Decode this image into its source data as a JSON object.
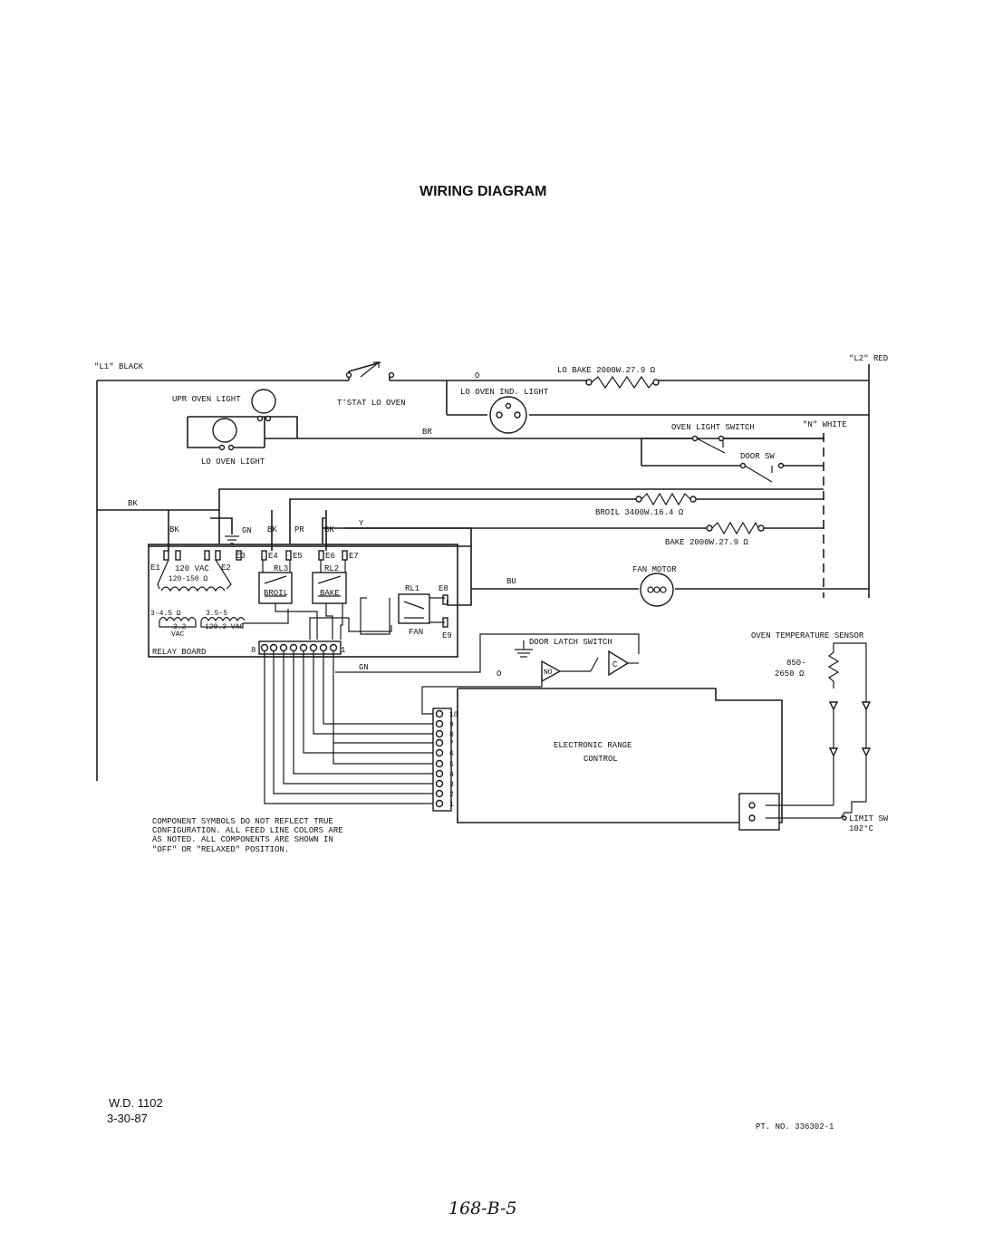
{
  "title": "WIRING DIAGRAM",
  "supply": {
    "l1": "\"L1\" BLACK",
    "l2": "\"L2\" RED",
    "n": "\"N\" WHITE"
  },
  "components": {
    "tstat": "T'STAT LO OVEN",
    "lo_bake": "LO BAKE 2000W.27.9 Ω",
    "lo_oven_ind_light": "LO OVEN IND. LIGHT",
    "upr_oven_light": "UPR OVEN LIGHT",
    "lo_oven_light": "LO OVEN LIGHT",
    "oven_light_switch": "OVEN LIGHT SWITCH",
    "door_sw": "DOOR SW",
    "broil": "BROIL 3400W.16.4 Ω",
    "bake": "BAKE 2000W.27.9 Ω",
    "fan_motor": "FAN MOTOR",
    "oven_temp_sensor": "OVEN TEMPERATURE SENSOR",
    "sensor_resistance": [
      "850-",
      "2650 Ω"
    ],
    "door_latch_switch": "DOOR LATCH SWITCH",
    "no": "NO",
    "c": "C",
    "electronic_range_control": [
      "ELECTRONIC RANGE",
      "CONTROL"
    ],
    "limit_sw": "LIMIT SW",
    "limit_temp": "102°C"
  },
  "relay_board": {
    "label": "RELAY BOARD",
    "terminals": [
      "E1",
      "E2",
      "E3",
      "E4",
      "E5",
      "E6",
      "E7",
      "E8",
      "E9"
    ],
    "transformer": "120 VAC",
    "transformer_res": "120-150 Ω",
    "secondary_left_res": "3-4.5 Ω",
    "secondary_left_v": [
      "3.2",
      "VAC"
    ],
    "secondary_right_res": "3.5-5",
    "secondary_right_v": "120.3 VAC",
    "rl3": "RL3",
    "rl2": "RL2",
    "rl1": "RL1",
    "broil_relay": "BROIL",
    "bake_relay": "BAKE",
    "fan_relay": "FAN",
    "gn_tag": "GN",
    "conn_8": "8",
    "conn_1": "1"
  },
  "wire_colors": {
    "o_top": "O",
    "br": "BR",
    "bk_left": "BK",
    "bk1": "BK",
    "bk2": "BK",
    "pr": "PR",
    "bk3": "BK",
    "y": "Y",
    "bu": "BU",
    "gn": "GN",
    "o_latch": "O"
  },
  "control_pins": [
    "10",
    "9",
    "8",
    "7",
    "6",
    "5",
    "4",
    "3",
    "2",
    "1"
  ],
  "note": [
    "COMPONENT SYMBOLS DO NOT REFLECT TRUE",
    "CONFIGURATION. ALL FEED LINE COLORS ARE",
    "AS NOTED. ALL COMPONENTS ARE SHOWN IN",
    "\"OFF\" OR \"RELAXED\" POSITION."
  ],
  "footer": {
    "wd": "W.D.  1102",
    "date": "3-30-87",
    "part_no": "PT. NO. 336302-1",
    "handwritten": "168-B-5"
  }
}
